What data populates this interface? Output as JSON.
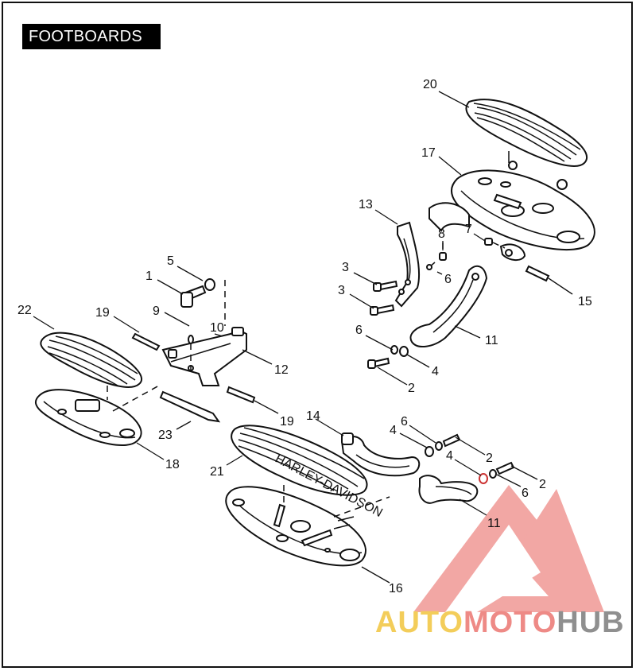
{
  "header": {
    "title": "FOOTBOARDS"
  },
  "labels": {
    "n1": "1",
    "n2a": "2",
    "n2b": "2",
    "n2c": "2",
    "n3a": "3",
    "n3b": "3",
    "n4a": "4",
    "n4b": "4",
    "n4c": "4",
    "n5": "5",
    "n6a": "6",
    "n6b": "6",
    "n6c": "6",
    "n6d": "6",
    "n7": "7",
    "n8": "8",
    "n9": "9",
    "n10": "10",
    "n11a": "11",
    "n11b": "11",
    "n12": "12",
    "n13": "13",
    "n14": "14",
    "n15": "15",
    "n16": "16",
    "n17": "17",
    "n18": "18",
    "n19a": "19",
    "n19b": "19",
    "n20": "20",
    "n21": "21",
    "n22": "22",
    "n23": "23"
  },
  "board_text": {
    "brand": "HARLEY-DAVIDSON"
  },
  "watermark": {
    "part1": "AUTO",
    "part2": "MOTO",
    "part3": "HUB",
    "color_gold": "#f3cd5a",
    "color_red": "#ee8a86",
    "color_gray": "#8f8f8f"
  }
}
